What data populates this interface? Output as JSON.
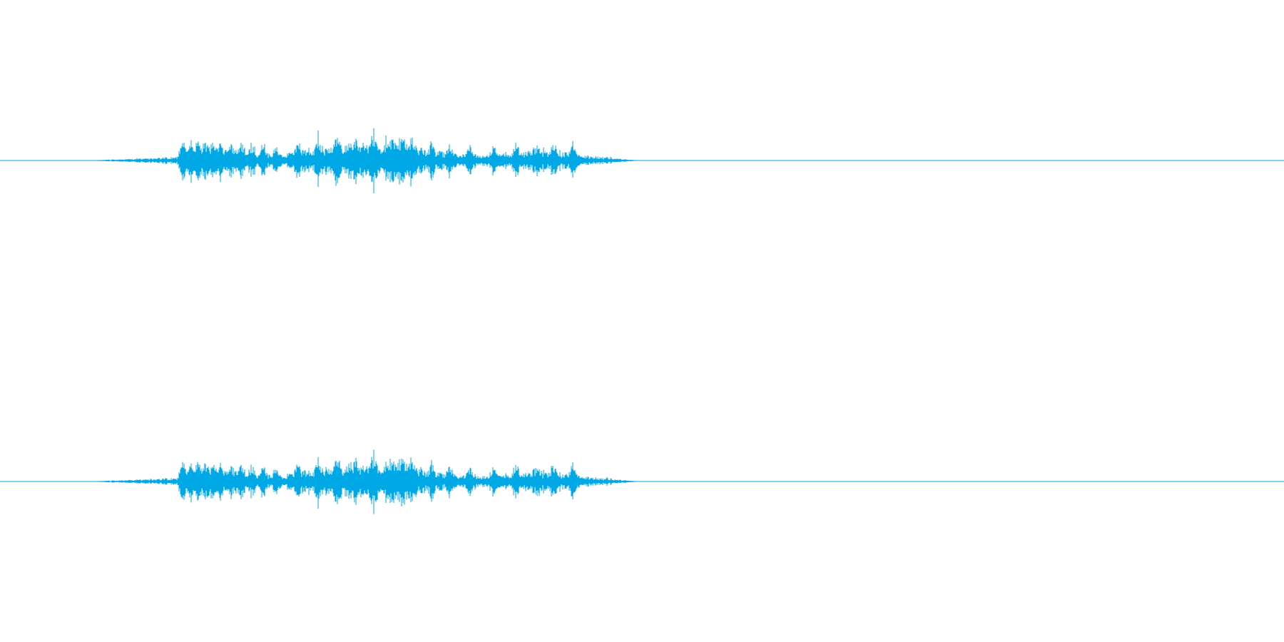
{
  "waveform": {
    "color": "#00a8e6",
    "background": "#ffffff",
    "channels": [
      {
        "id": "top"
      },
      {
        "id": "bottom"
      }
    ],
    "envelope": [
      [
        0.075,
        0.01
      ],
      [
        0.115,
        0.05
      ],
      [
        0.138,
        0.08
      ],
      [
        0.142,
        0.28
      ],
      [
        0.15,
        0.3
      ],
      [
        0.165,
        0.24
      ],
      [
        0.185,
        0.2
      ],
      [
        0.205,
        0.16
      ],
      [
        0.22,
        0.12
      ],
      [
        0.235,
        0.24
      ],
      [
        0.255,
        0.34
      ],
      [
        0.275,
        0.38
      ],
      [
        0.295,
        0.36
      ],
      [
        0.315,
        0.4
      ],
      [
        0.33,
        0.28
      ],
      [
        0.35,
        0.16
      ],
      [
        0.375,
        0.12
      ],
      [
        0.395,
        0.16
      ],
      [
        0.415,
        0.22
      ],
      [
        0.44,
        0.18
      ],
      [
        0.46,
        0.1
      ],
      [
        0.482,
        0.05
      ],
      [
        0.49,
        0.02
      ],
      [
        0.5,
        0.0
      ]
    ],
    "transients": [
      0.142,
      0.148,
      0.154,
      0.16,
      0.166,
      0.172,
      0.18,
      0.188,
      0.196,
      0.205,
      0.215,
      0.232,
      0.248,
      0.262,
      0.277,
      0.291,
      0.305,
      0.313,
      0.321,
      0.336,
      0.35,
      0.366,
      0.384,
      0.402,
      0.418,
      0.432,
      0.446
    ],
    "seed": 1337
  }
}
